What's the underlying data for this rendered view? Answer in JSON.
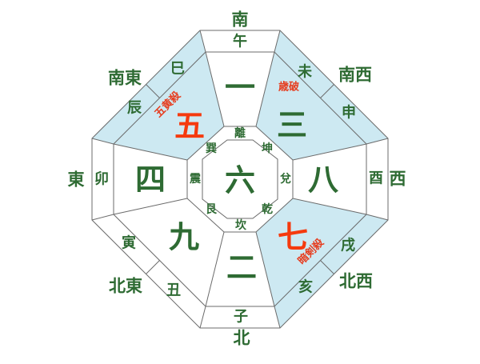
{
  "colors": {
    "text_green": "#2e6b33",
    "star_red": "#f53a0e",
    "annotation_red": "#e63c1e",
    "shade_blue": "#cde9f2",
    "line_gray": "#6b6b6b"
  },
  "directions": [
    {
      "id": "south",
      "label": "南"
    },
    {
      "id": "north",
      "label": "北"
    },
    {
      "id": "east",
      "label": "東"
    },
    {
      "id": "west",
      "label": "西"
    },
    {
      "id": "southeast",
      "label": "南東"
    },
    {
      "id": "southwest",
      "label": "南西"
    },
    {
      "id": "northeast",
      "label": "北東"
    },
    {
      "id": "northwest",
      "label": "北西"
    }
  ],
  "zodiac": [
    {
      "id": "uma",
      "label": "午"
    },
    {
      "id": "hitsuji",
      "label": "未"
    },
    {
      "id": "saru",
      "label": "申"
    },
    {
      "id": "tori",
      "label": "酉"
    },
    {
      "id": "inu",
      "label": "戌"
    },
    {
      "id": "i",
      "label": "亥"
    },
    {
      "id": "ne",
      "label": "子"
    },
    {
      "id": "ushi",
      "label": "丑"
    },
    {
      "id": "tora",
      "label": "寅"
    },
    {
      "id": "u",
      "label": "卯"
    },
    {
      "id": "tatsu",
      "label": "辰"
    },
    {
      "id": "mi",
      "label": "巳"
    }
  ],
  "stars": [
    {
      "id": "one-south",
      "label": "一",
      "color": "green"
    },
    {
      "id": "two-north",
      "label": "二",
      "color": "green"
    },
    {
      "id": "three-southwest",
      "label": "三",
      "color": "green"
    },
    {
      "id": "four-east",
      "label": "四",
      "color": "green"
    },
    {
      "id": "five-southeast",
      "label": "五",
      "color": "red"
    },
    {
      "id": "six-center",
      "label": "六",
      "color": "green"
    },
    {
      "id": "seven-northwest",
      "label": "七",
      "color": "red"
    },
    {
      "id": "eight-west",
      "label": "八",
      "color": "green"
    },
    {
      "id": "nine-northeast",
      "label": "九",
      "color": "green"
    }
  ],
  "trigrams": [
    {
      "id": "li",
      "label": "離"
    },
    {
      "id": "kun",
      "label": "坤"
    },
    {
      "id": "dui",
      "label": "兌"
    },
    {
      "id": "qian",
      "label": "乾"
    },
    {
      "id": "kan",
      "label": "坎"
    },
    {
      "id": "gen",
      "label": "艮"
    },
    {
      "id": "zhen",
      "label": "震"
    },
    {
      "id": "xun",
      "label": "巽"
    }
  ],
  "annotations": [
    {
      "id": "goousatsu",
      "label": "五黄殺"
    },
    {
      "id": "saiha",
      "label": "歳破"
    },
    {
      "id": "ankensatsu",
      "label": "暗剣殺"
    }
  ]
}
